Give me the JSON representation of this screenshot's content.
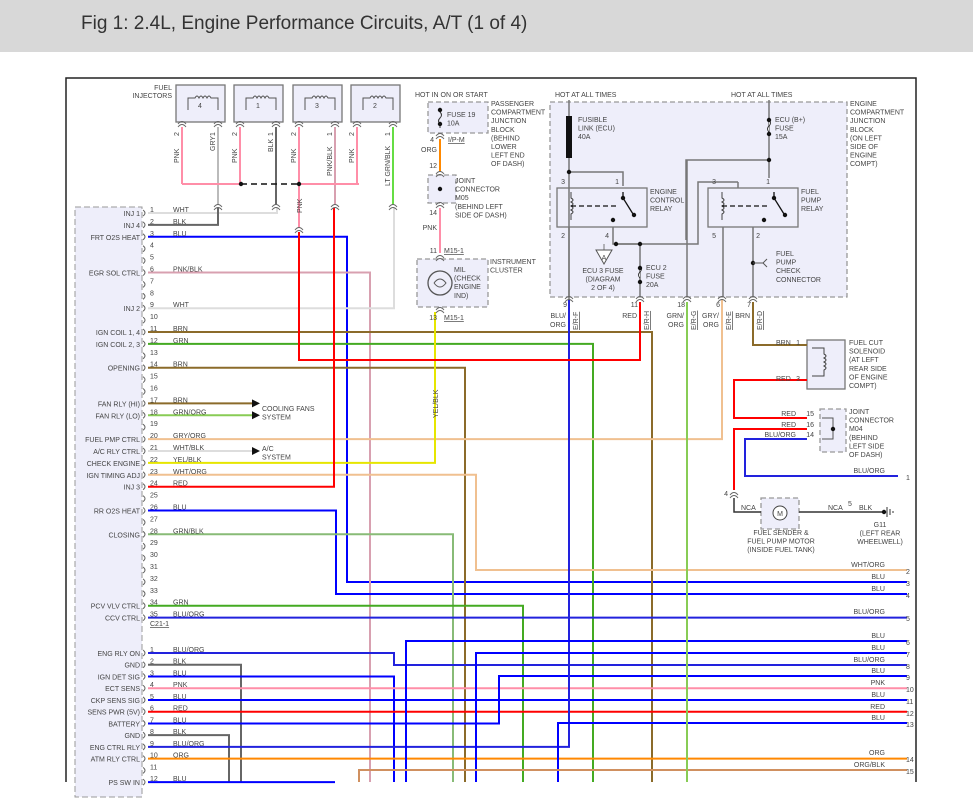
{
  "header": {
    "title": "Fig 1: 2.4L, Engine Performance Circuits, A/T (1 of 4)"
  },
  "colors": {
    "BLU": "#0000ff",
    "RED": "#ff0000",
    "PNK": "#ff8ea8",
    "GRN": "#44aa22",
    "BRN": "#8b6b2a",
    "GRY": "#bbbbbb",
    "WHT": "#dddddd",
    "BLK": "#666666",
    "ORG": "#ff8800",
    "YEL": "#e6e600",
    "LTGRN": "#66dd44",
    "TAN": "#f0c090",
    "PNKBLK": "#d8a0b0",
    "GRNBLK": "#88bb77",
    "GRNORG": "#88cc55",
    "BLUORG": "#2222dd",
    "frame": "#222222",
    "box_fill": "#eeeefa",
    "header_bg": "#d8d8d8"
  },
  "injectors": {
    "label": [
      "FUEL",
      "INJECTORS"
    ],
    "common_wire": "PNK",
    "items": [
      {
        "num": "4",
        "pin_a": "2",
        "wire_a": "PNK",
        "pin_b": "1",
        "wire_b": "GRY"
      },
      {
        "num": "1",
        "pin_a": "2",
        "wire_a": "PNK",
        "pin_b": "1",
        "wire_b": "BLK"
      },
      {
        "num": "3",
        "pin_a": "2",
        "wire_a": "PNK",
        "pin_b": "1",
        "wire_b": "PNK/BLK"
      },
      {
        "num": "2",
        "pin_a": "2",
        "wire_a": "PNK",
        "pin_b": "1",
        "wire_b": "LT GRN/BLK"
      }
    ]
  },
  "pjb": {
    "hot": "HOT IN ON OR START",
    "fuse": [
      "FUSE 19",
      "10A"
    ],
    "label": [
      "PASSENGER",
      "COMPARTMENT",
      "JUNCTION",
      "BLOCK",
      "(BEHIND",
      "LOWER",
      "LEFT END",
      "OF DASH)"
    ],
    "pin": "4",
    "connector": "I/P-M",
    "wire": "ORG"
  },
  "m05": {
    "pin_in": "12",
    "label": [
      "JOINT",
      "CONNECTOR",
      "M05",
      "(BEHIND LEFT",
      "SIDE OF DASH)"
    ],
    "pin_out": "14",
    "wire": "PNK"
  },
  "cluster": {
    "pin_in": "11",
    "conn_in": "M15-1",
    "mil": [
      "MIL",
      "(CHECK",
      "ENGINE",
      "IND)"
    ],
    "label": [
      "INSTRUMENT",
      "CLUSTER"
    ],
    "pin_out": "13",
    "conn_out": "M15-1",
    "wire": "YEL/BLK"
  },
  "ejb": {
    "hot_left": "HOT AT ALL TIMES",
    "hot_right": "HOT AT ALL TIMES",
    "fusible": [
      "FUSIBLE",
      "LINK (ECU)",
      "40A"
    ],
    "ecu_fuse": [
      "ECU (B+)",
      "FUSE",
      "15A"
    ],
    "label": [
      "ENGINE",
      "COMPARTMENT",
      "JUNCTION",
      "BLOCK",
      "(ON LEFT",
      "SIDE OF",
      "ENGINE",
      "COMPT)"
    ],
    "ecr": {
      "label": [
        "ENGINE",
        "CONTROL",
        "RELAY"
      ],
      "pins": [
        "3",
        "1",
        "2",
        "4"
      ]
    },
    "fpr": {
      "label": [
        "FUEL",
        "PUMP",
        "RELAY"
      ],
      "pins": [
        "3",
        "1",
        "5",
        "2"
      ]
    },
    "ecu3_ref": "A",
    "ecu3": [
      "ECU 3 FUSE",
      "(DIAGRAM",
      "2 OF 4)"
    ],
    "ecu2": [
      "ECU 2",
      "FUSE",
      "20A"
    ],
    "fpcc": [
      "FUEL",
      "PUMP",
      "CHECK",
      "CONNECTOR"
    ],
    "outputs": [
      {
        "pin": "9",
        "wire": [
          "BLU/",
          "ORG"
        ],
        "conn": "E/R-F"
      },
      {
        "pin": "11",
        "wire": [
          "RED"
        ],
        "conn": "E/R-H"
      },
      {
        "pin": "18",
        "wire": [
          "GRN/",
          "ORG"
        ],
        "conn": "E/R-G"
      },
      {
        "pin": "6",
        "wire": [
          "GRY/",
          "ORG"
        ],
        "conn": "E/R-E"
      },
      {
        "pin": "7",
        "wire": [
          "BRN"
        ],
        "conn": "E/R-D"
      }
    ]
  },
  "fuel_cut": {
    "label": [
      "FUEL CUT",
      "SOLENOID",
      "(AT LEFT",
      "REAR SIDE",
      "OF ENGINE",
      "COMPT)"
    ],
    "pins": [
      {
        "pin": "1",
        "wire": "BRN"
      },
      {
        "pin": "3",
        "wire": "RED"
      }
    ]
  },
  "m04": {
    "label": [
      "JOINT",
      "CONNECTOR",
      "M04",
      "(BEHIND",
      "LEFT SIDE",
      "OF DASH)"
    ],
    "pins": [
      {
        "pin": "15",
        "wire": "RED"
      },
      {
        "pin": "16",
        "wire": "RED"
      },
      {
        "pin": "14",
        "wire": "BLU/ORG"
      }
    ]
  },
  "fuel_pump": {
    "pin_in": "4",
    "wire_in": "NCA",
    "wire_out": "NCA",
    "pin_out": "5",
    "gnd_wire": "BLK",
    "motor": "M",
    "label": [
      "FUEL SENDER &",
      "FUEL PUMP MOTOR",
      "(INSIDE FUEL TANK)"
    ],
    "ground": [
      "G11",
      "(LEFT REAR",
      "WHEELWELL)"
    ]
  },
  "fans": [
    "COOLING FANS",
    "SYSTEM"
  ],
  "ac": [
    "A/C",
    "SYSTEM"
  ],
  "ecm": {
    "c1_name": "C21-1",
    "c1": [
      {
        "pin": "1",
        "label": "INJ 1",
        "wire": "WHT"
      },
      {
        "pin": "2",
        "label": "INJ 4",
        "wire": "BLK"
      },
      {
        "pin": "3",
        "label": "FRT O2S HEAT",
        "wire": "BLU"
      },
      {
        "pin": "4",
        "label": "",
        "wire": ""
      },
      {
        "pin": "5",
        "label": "",
        "wire": ""
      },
      {
        "pin": "6",
        "label": "EGR SOL CTRL",
        "wire": "PNK/BLK"
      },
      {
        "pin": "7",
        "label": "",
        "wire": ""
      },
      {
        "pin": "8",
        "label": "",
        "wire": ""
      },
      {
        "pin": "9",
        "label": "INJ 2",
        "wire": "WHT"
      },
      {
        "pin": "10",
        "label": "",
        "wire": ""
      },
      {
        "pin": "11",
        "label": "IGN COIL 1, 4",
        "wire": "BRN"
      },
      {
        "pin": "12",
        "label": "IGN COIL 2, 3",
        "wire": "GRN"
      },
      {
        "pin": "13",
        "label": "",
        "wire": ""
      },
      {
        "pin": "14",
        "label": "OPENING",
        "wire": "BRN"
      },
      {
        "pin": "15",
        "label": "",
        "wire": ""
      },
      {
        "pin": "16",
        "label": "",
        "wire": ""
      },
      {
        "pin": "17",
        "label": "FAN RLY (HI)",
        "wire": "BRN"
      },
      {
        "pin": "18",
        "label": "FAN RLY (LO)",
        "wire": "GRN/ORG"
      },
      {
        "pin": "19",
        "label": "",
        "wire": ""
      },
      {
        "pin": "20",
        "label": "FUEL PMP CTRL",
        "wire": "GRY/ORG"
      },
      {
        "pin": "21",
        "label": "A/C RLY CTRL",
        "wire": "WHT/BLK"
      },
      {
        "pin": "22",
        "label": "CHECK ENGINE",
        "wire": "YEL/BLK"
      },
      {
        "pin": "23",
        "label": "IGN TIMING ADJ",
        "wire": "WHT/ORG"
      },
      {
        "pin": "24",
        "label": "INJ 3",
        "wire": "RED"
      },
      {
        "pin": "25",
        "label": "",
        "wire": ""
      },
      {
        "pin": "26",
        "label": "RR O2S HEAT",
        "wire": "BLU"
      },
      {
        "pin": "27",
        "label": "",
        "wire": ""
      },
      {
        "pin": "28",
        "label": "CLOSING",
        "wire": "GRN/BLK"
      },
      {
        "pin": "29",
        "label": "",
        "wire": ""
      },
      {
        "pin": "30",
        "label": "",
        "wire": ""
      },
      {
        "pin": "31",
        "label": "",
        "wire": ""
      },
      {
        "pin": "32",
        "label": "",
        "wire": ""
      },
      {
        "pin": "33",
        "label": "",
        "wire": ""
      },
      {
        "pin": "34",
        "label": "PCV VLV CTRL",
        "wire": "GRN"
      },
      {
        "pin": "35",
        "label": "CCV CTRL",
        "wire": "BLU/ORG"
      }
    ],
    "c2": [
      {
        "pin": "1",
        "label": "ENG RLY ON",
        "wire": "BLU/ORG"
      },
      {
        "pin": "2",
        "label": "GND",
        "wire": "BLK"
      },
      {
        "pin": "3",
        "label": "IGN DET SIG",
        "wire": "BLU"
      },
      {
        "pin": "4",
        "label": "ECT SENS",
        "wire": "PNK"
      },
      {
        "pin": "5",
        "label": "CKP SENS SIG",
        "wire": "BLU"
      },
      {
        "pin": "6",
        "label": "SENS PWR (5V)",
        "wire": "RED"
      },
      {
        "pin": "7",
        "label": "BATTERY",
        "wire": "BLU"
      },
      {
        "pin": "8",
        "label": "GND",
        "wire": "BLK"
      },
      {
        "pin": "9",
        "label": "ENG CTRL RLY",
        "wire": "BLU/ORG"
      },
      {
        "pin": "10",
        "label": "ATM RLY CTRL",
        "wire": "ORG"
      },
      {
        "pin": "11",
        "label": "",
        "wire": ""
      },
      {
        "pin": "12",
        "label": "PS SW IN",
        "wire": "BLU"
      }
    ]
  },
  "right_outputs": [
    {
      "num": "1",
      "wire": "BLU/ORG"
    },
    {
      "num": "2",
      "wire": "WHT/ORG"
    },
    {
      "num": "3",
      "wire": "BLU"
    },
    {
      "num": "4",
      "wire": "BLU"
    },
    {
      "num": "5",
      "wire": "BLU/ORG"
    },
    {
      "num": "6",
      "wire": "BLU"
    },
    {
      "num": "7",
      "wire": "BLU"
    },
    {
      "num": "8",
      "wire": "BLU/ORG"
    },
    {
      "num": "9",
      "wire": "BLU"
    },
    {
      "num": "10",
      "wire": "PNK"
    },
    {
      "num": "11",
      "wire": "BLU"
    },
    {
      "num": "12",
      "wire": "RED"
    },
    {
      "num": "13",
      "wire": "BLU"
    },
    {
      "num": "14",
      "wire": "ORG"
    },
    {
      "num": "15",
      "wire": "ORG/BLK"
    }
  ]
}
